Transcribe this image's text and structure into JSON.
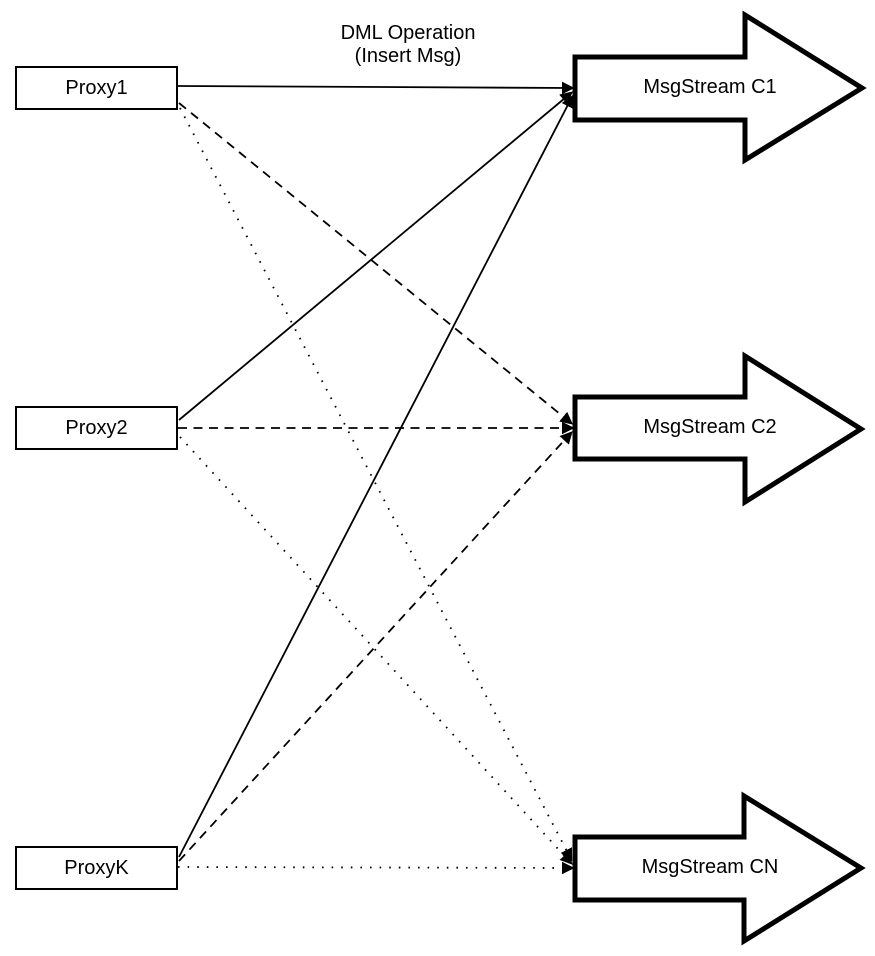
{
  "diagram": {
    "background_color": "#ffffff",
    "stroke_color": "#000000",
    "title": {
      "line1": "DML Operation",
      "line2": "(Insert Msg)"
    },
    "proxies": [
      {
        "id": "proxy1",
        "label": "Proxy1"
      },
      {
        "id": "proxy2",
        "label": "Proxy2"
      },
      {
        "id": "proxyk",
        "label": "ProxyK"
      }
    ],
    "streams": [
      {
        "id": "c1",
        "label": "MsgStream C1",
        "shape": "block-arrow-right",
        "incoming_line_style": "solid"
      },
      {
        "id": "c2",
        "label": "MsgStream C2",
        "shape": "block-arrow-right",
        "incoming_line_style": "dashed"
      },
      {
        "id": "cn",
        "label": "MsgStream CN",
        "shape": "block-arrow-right",
        "incoming_line_style": "dotted"
      }
    ],
    "edges": [
      {
        "from": "Proxy1",
        "to": "MsgStream C1",
        "style": "solid",
        "arrowhead": "filled-triangle"
      },
      {
        "from": "Proxy2",
        "to": "MsgStream C1",
        "style": "solid",
        "arrowhead": "filled-triangle"
      },
      {
        "from": "ProxyK",
        "to": "MsgStream C1",
        "style": "solid",
        "arrowhead": "filled-triangle"
      },
      {
        "from": "Proxy1",
        "to": "MsgStream C2",
        "style": "dashed",
        "arrowhead": "filled-triangle"
      },
      {
        "from": "Proxy2",
        "to": "MsgStream C2",
        "style": "dashed",
        "arrowhead": "filled-triangle"
      },
      {
        "from": "ProxyK",
        "to": "MsgStream C2",
        "style": "dashed",
        "arrowhead": "filled-triangle"
      },
      {
        "from": "Proxy1",
        "to": "MsgStream CN",
        "style": "dotted",
        "arrowhead": "filled-triangle"
      },
      {
        "from": "Proxy2",
        "to": "MsgStream CN",
        "style": "dotted",
        "arrowhead": "filled-triangle"
      },
      {
        "from": "ProxyK",
        "to": "MsgStream CN",
        "style": "dotted",
        "arrowhead": "filled-triangle"
      }
    ]
  }
}
